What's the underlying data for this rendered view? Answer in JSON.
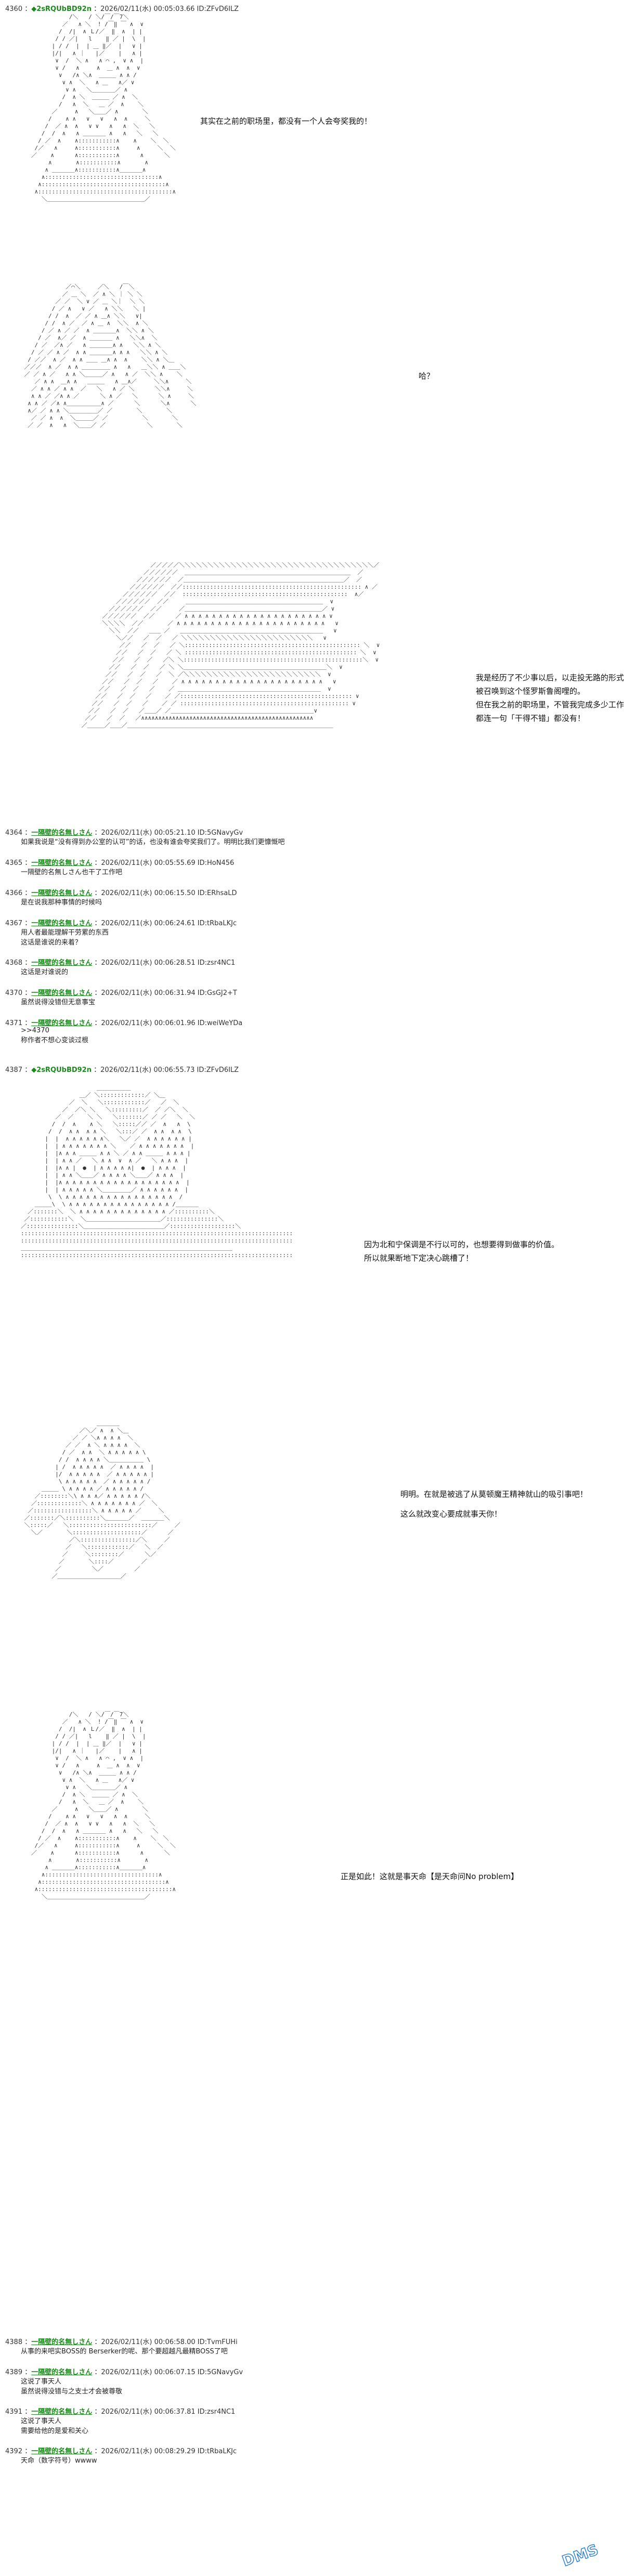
{
  "thread": {
    "posts": [
      {
        "num": "4360",
        "trip": "◆2sRQUbBD92n",
        "meta": "2026/02/11(水) 00:05:03.66 ID:ZFvD6ILZ",
        "dialogue": [
          "其实在之前的职场里，都没有一个人会夸奖我的！"
        ]
      },
      {
        "dialogue": [
          "我是经历了不少事以后，以走投无路的形式",
          "被召唤到这个怪罗斯鲁阁哩的。",
          "但在我之前的职场里，不管我完成多少工作，",
          "都连一句「干得不错」都没有！"
        ]
      },
      {
        "dialogue": [
          "哈？"
        ]
      }
    ],
    "replies": [
      {
        "num": "4364",
        "name": "一隔壁的名無しさん",
        "meta": "2026/02/11(水) 00:05:21.10 ID:5GNavyGv",
        "body": "如果我说是“没有得到办公室的认可”的话，也没有谁会夸奖我们了。明明比我们更慷慨吧"
      },
      {
        "num": "4365",
        "name": "一隔壁的名無しさん",
        "meta": "2026/02/11(水) 00:05:55.69 ID:HoN456",
        "body": "一隔壁的名無しさん也干了工作吧"
      },
      {
        "num": "4366",
        "name": "一隔壁的名無しさん",
        "meta": "2026/02/11(水) 00:06:15.50 ID:ERhsaLD",
        "body": "是在说我那种事情的时候吗"
      },
      {
        "num": "4367",
        "name": "一隔壁的名無しさん",
        "meta": "2026/02/11(水) 00:06:24.61 ID:tRbaLKJc",
        "body": "用人者最能理解干劳累的东西\n这话是谁说的来着？"
      },
      {
        "num": "4368",
        "name": "一隔壁的名無しさん",
        "meta": "2026/02/11(水) 00:06:28.51 ID:zsr4NC1",
        "body": "这话是对谁说的"
      },
      {
        "num": "4370",
        "name": "一隔壁的名無しさん",
        "meta": "2026/02/11(水) 00:06:31.94 ID:GsGJ2+T",
        "body": "虽然说得没错但无意事宝"
      },
      {
        "num": "4371",
        "name": "一隔壁的名無しさん",
        "meta": "2026/02/11(水) 00:06:01.96 ID:weiWeYDa",
        "body": ">>4370\n称作者不想心变谈过根"
      }
    ],
    "posts2": [
      {
        "num": "4387",
        "trip": "◆2sRQUbBD92n",
        "meta": "2026/02/11(水) 00:06:55.73 ID:ZFvD6ILZ",
        "dialogue": [
          "因为北和宁保调是不行以可的，也想要得到做事的价值。",
          "所以就果断地下定决心跳槽了！"
        ]
      },
      {
        "dialogue": [
          "明明。在就是被逃了从莫顿魔王精神就山的吸引事吧！",
          "这么就改变心要成就事天你！"
        ]
      },
      {
        "dialogue": [
          "正是如此！这就是事天命【是天命问No problem】"
        ]
      }
    ],
    "replies2": [
      {
        "num": "4388",
        "name": "一隔壁的名無しさん",
        "meta": "2026/02/11(水) 00:06:58.00 ID:TvmFUHi",
        "body": "从事的来吧实BOSS的 Berserker的呢、那个要超越凡最精BOSS了吧"
      },
      {
        "num": "4389",
        "name": "一隔壁的名無しさん",
        "meta": "2026/02/11(水) 00:06:07.15 ID:5GNavyGv",
        "body": "这说了事天人\n虽然说得没错与之支士才会被尊敬"
      },
      {
        "num": "4391",
        "name": "一隔壁的名無しさん",
        "meta": "2026/02/11(水) 00:06:37.81 ID:zsr4NC1",
        "body": "这说了事天人\n需要给他的是爱和关心"
      },
      {
        "num": "4392",
        "name": "一隔壁的名無しさん",
        "meta": "2026/02/11(水) 00:08:29.29 ID:tRbaLKJc",
        "body": "天命（数字符号）wwww"
      }
    ],
    "watermark": "DMS"
  },
  "colors": {
    "trip": "#1a8a1a",
    "link": "#2255cc",
    "text": "#222222",
    "bg": "#ffffff"
  }
}
